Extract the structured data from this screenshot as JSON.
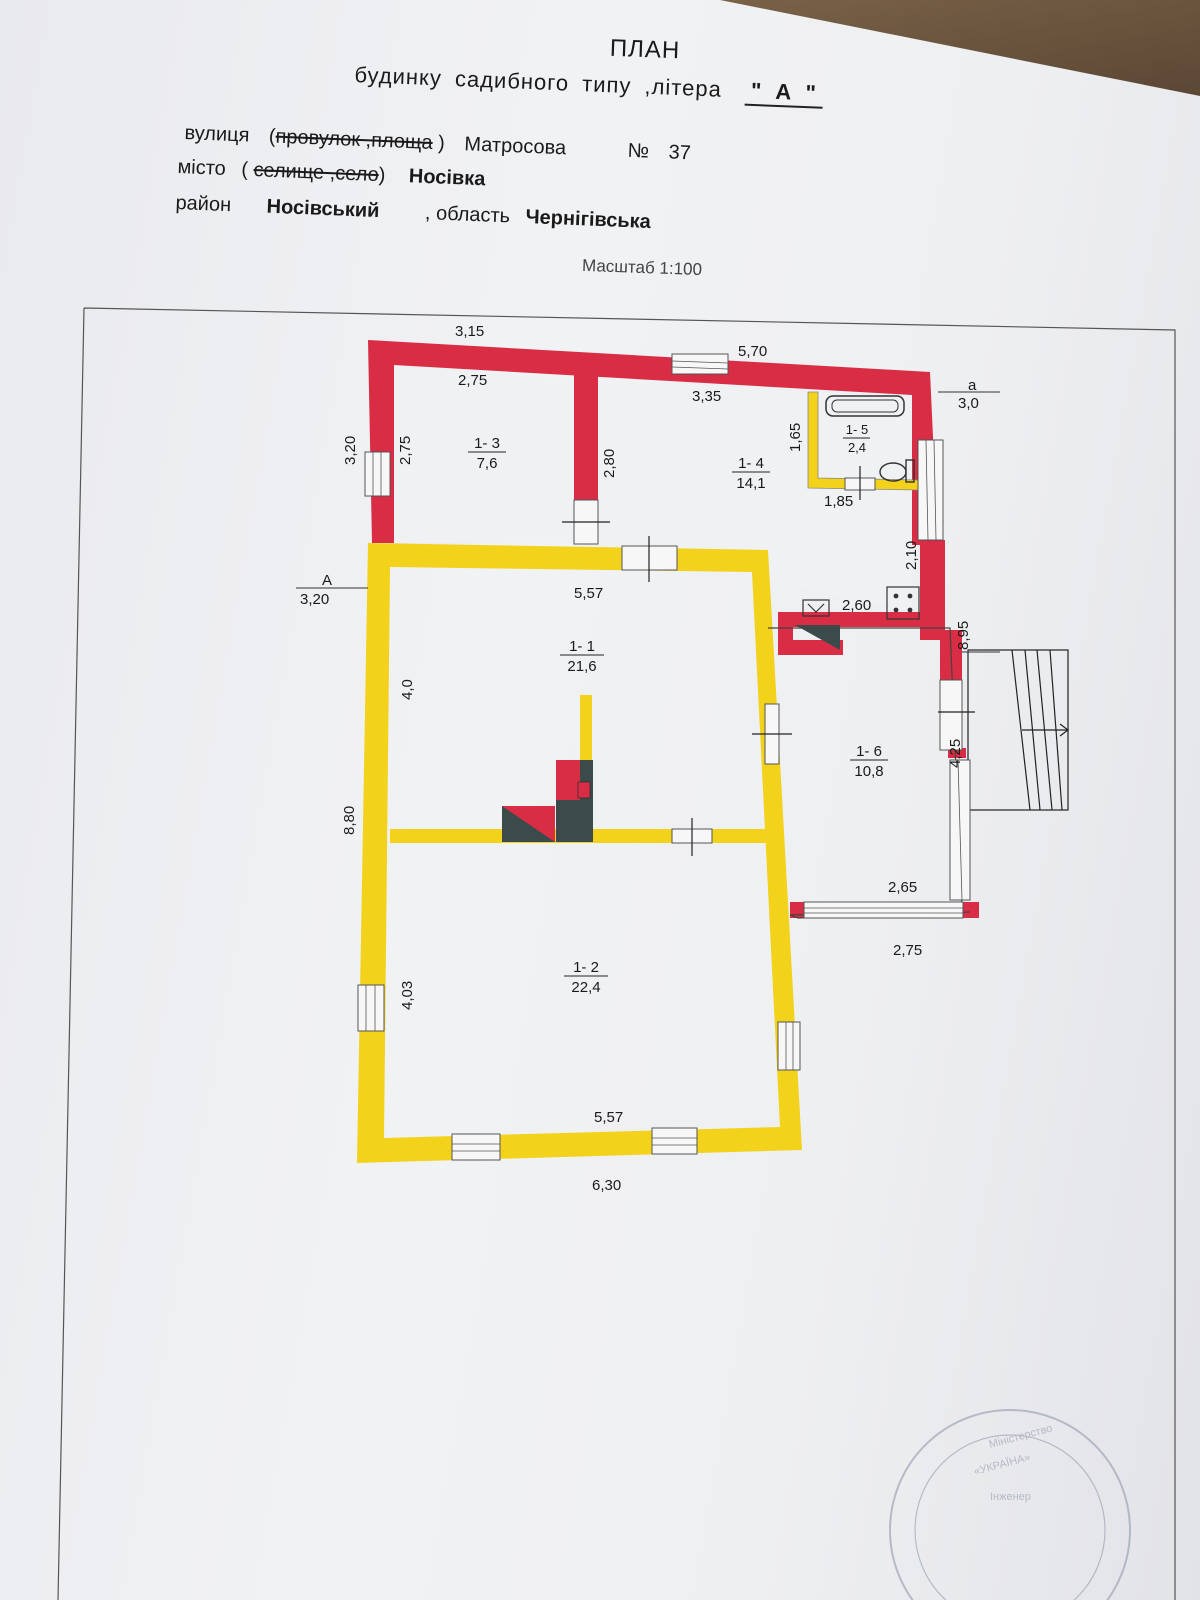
{
  "header": {
    "title": "ПЛАН",
    "subtitle": "будинку садибного типу ,літера",
    "litera": "\" А \""
  },
  "address": {
    "street_label": "вулиця",
    "street_type_prefix": "(",
    "street_type_struck": "провулок ,площа",
    "street_type_suffix": ")",
    "street_name": "Матросова",
    "number_label": "№",
    "number": "37",
    "city_label": "місто",
    "city_type_prefix": "(",
    "city_type_struck": "селище ,село",
    "city_type_suffix": ")",
    "city_name": "Носівка",
    "district_label": "район",
    "district_name": "Носівський",
    "region_label": ", область",
    "region_name": "Чернігівська"
  },
  "scale_text": "Масштаб 1:100",
  "rooms": [
    {
      "id": "1- 1",
      "area": "21,6"
    },
    {
      "id": "1- 2",
      "area": "22,4"
    },
    {
      "id": "1- 3",
      "area": "7,6"
    },
    {
      "id": "1- 4",
      "area": "14,1"
    },
    {
      "id": "1- 5",
      "area": "2,4"
    },
    {
      "id": "1- 6",
      "area": "10,8"
    }
  ],
  "dimensions": {
    "top_left_outer": "3,15",
    "top_right_outer": "5,70",
    "room13_width": "2,75",
    "room13_height": "2,75",
    "room14_width": "3,35",
    "left_red_height": "3,20",
    "partition_height": "2,80",
    "bath_height": "1,65",
    "bath_width": "1,85",
    "room14_lower": "2,10",
    "kitchen_width": "2,60",
    "right_total": "8,95",
    "section_a_lower_label": "а",
    "section_a_lower_value": "3,0",
    "section_A_label": "А",
    "section_A_value": "3,20",
    "room11_width": "5,57",
    "room11_height": "4,0",
    "left_total": "8,80",
    "room16_height": "4,25",
    "room16_width_inner": "2,65",
    "room16_width_outer": "2,75",
    "room12_height": "4,03",
    "room12_width_inner": "5,57",
    "bottom_outer": "6,30"
  },
  "colors": {
    "red_wall": "#d92c45",
    "yellow_wall": "#f2d21a",
    "ink": "#1a1a1a",
    "stove_dark": "#3b4b4b"
  }
}
